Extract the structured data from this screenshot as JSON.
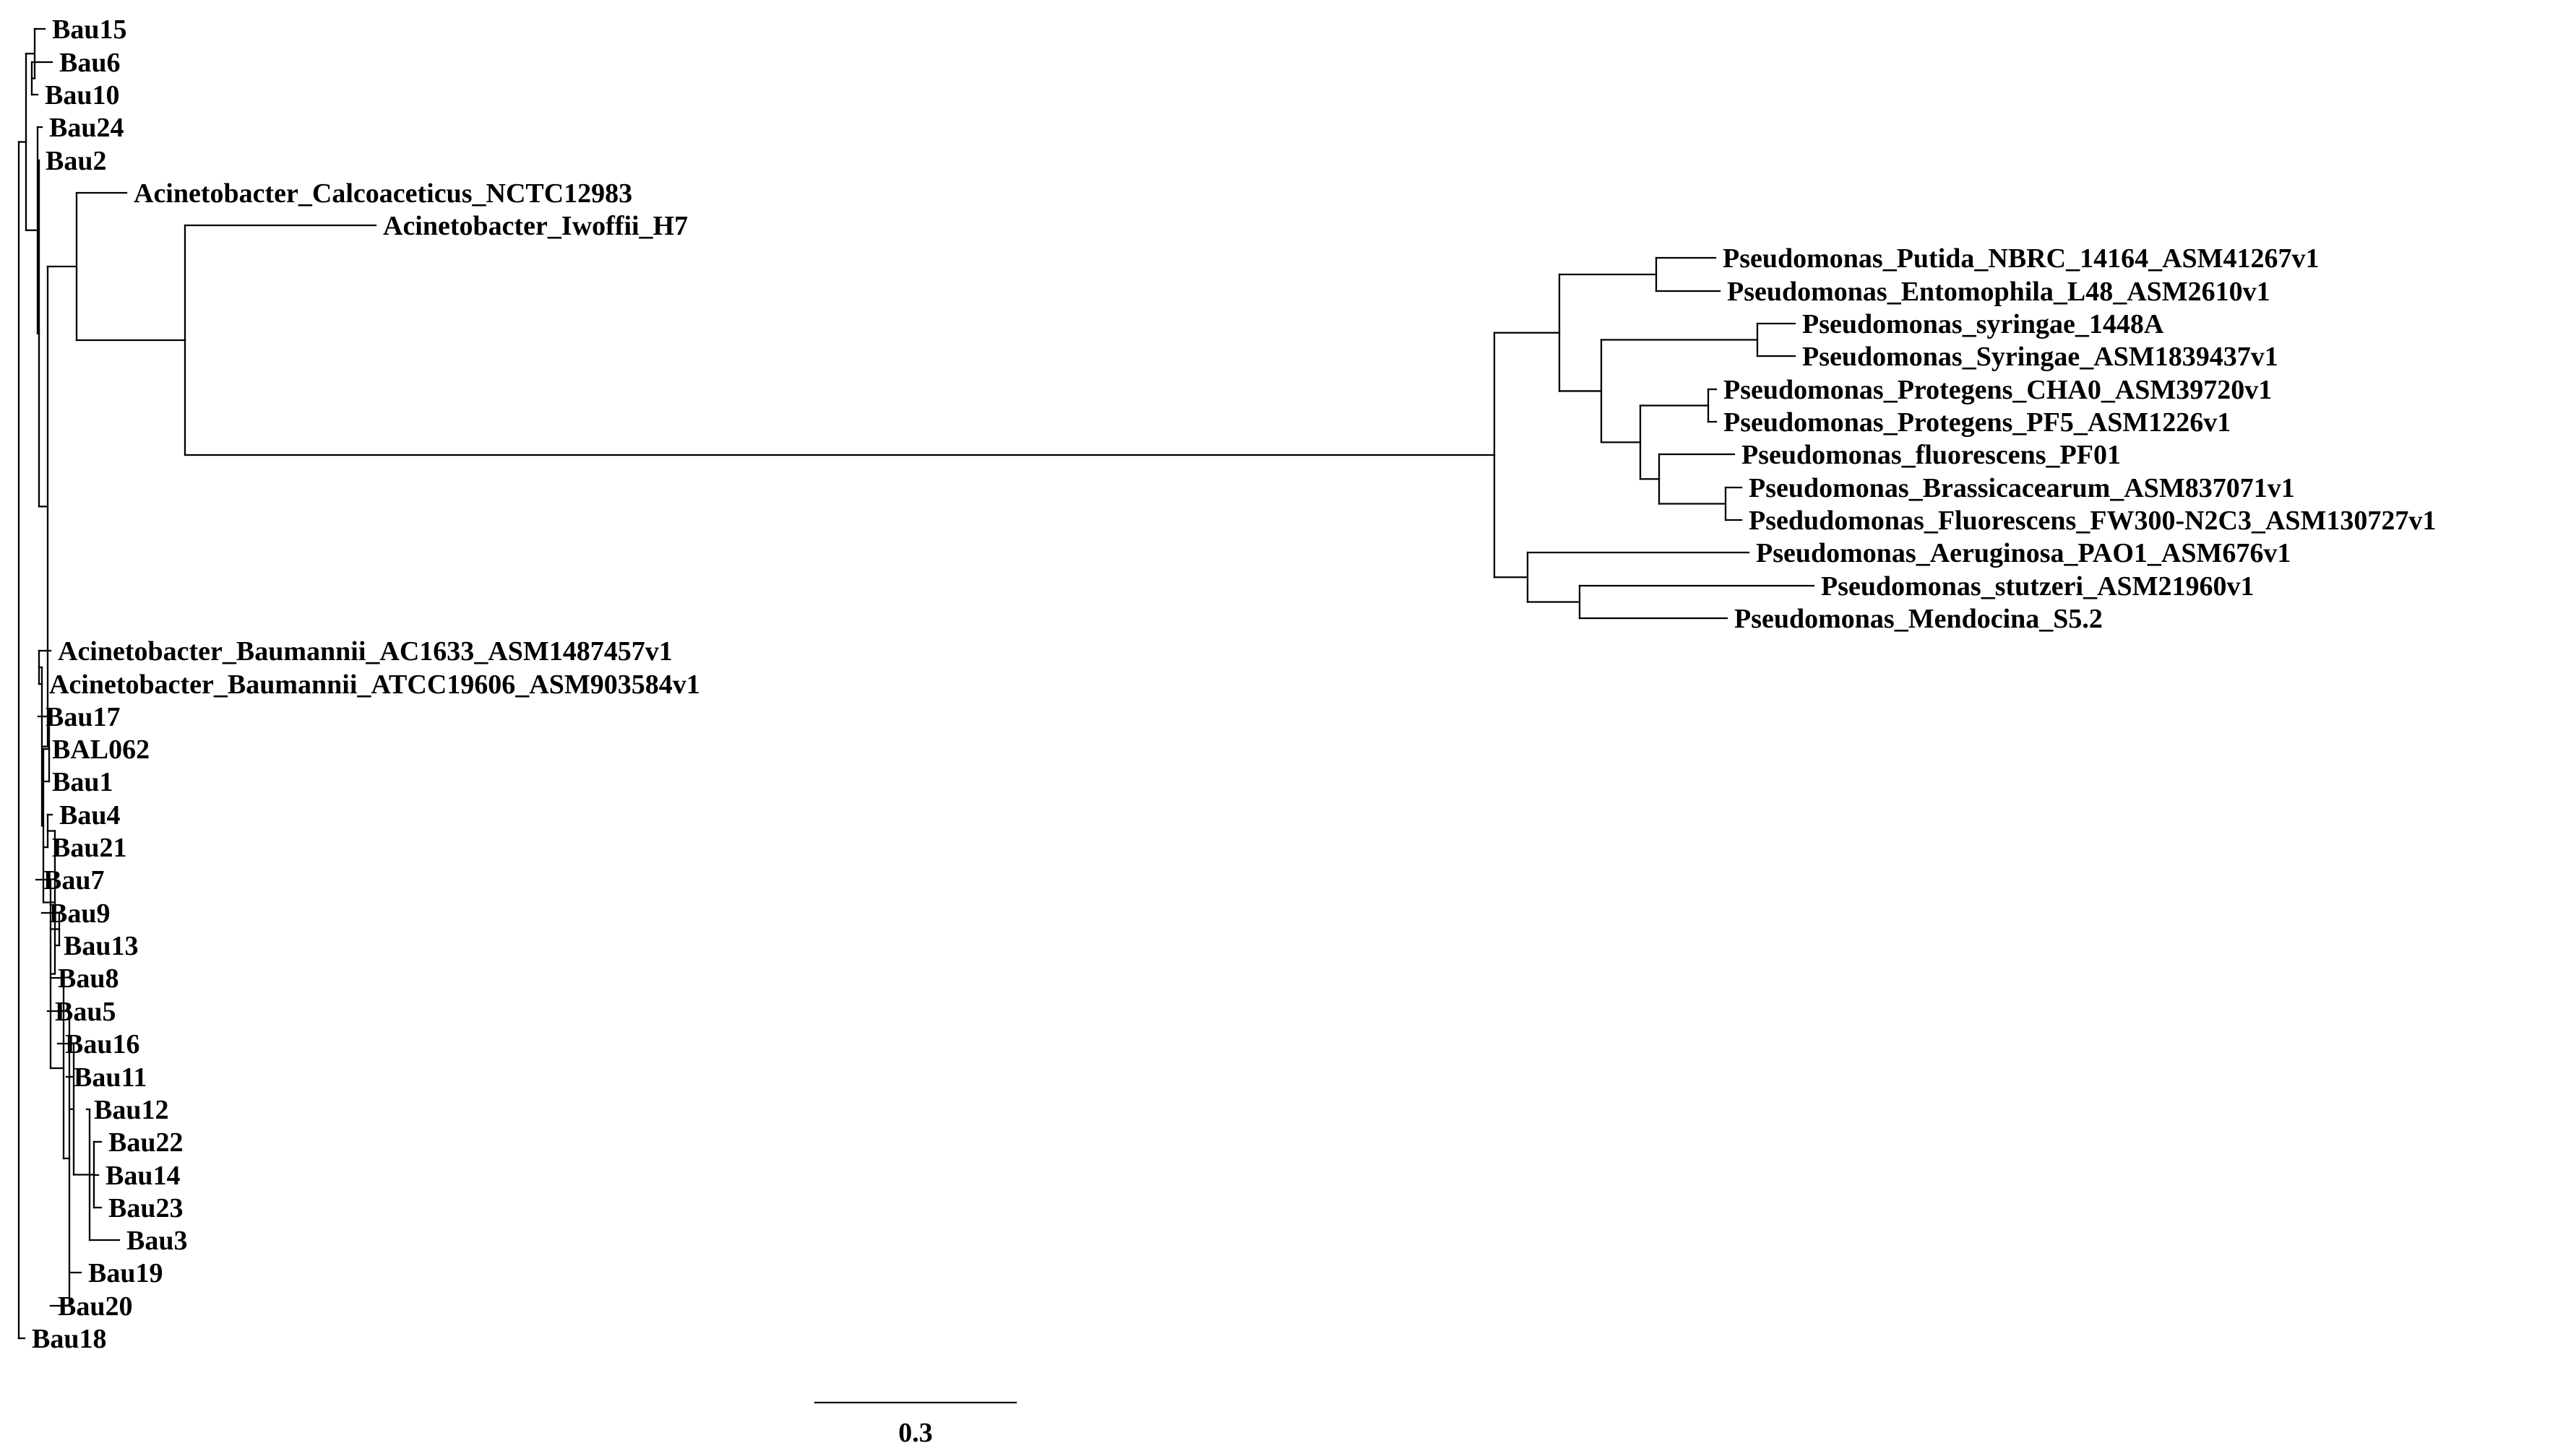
{
  "tree": {
    "leaves": [
      "Bau15",
      "Bau6",
      "Bau10",
      "Bau24",
      "Bau2",
      "Acinetobacter_Calcoaceticus_NCTC12983",
      "Acinetobacter_Iwoffii_H7",
      "Pseudomonas_Putida_NBRC_14164_ASM41267v1",
      "Pseudomonas_Entomophila_L48_ASM2610v1",
      "Pseudomonas_syringae_1448A",
      "Pseudomonas_Syringae_ASM1839437v1",
      "Pseudomonas_Protegens_CHA0_ASM39720v1",
      "Pseudomonas_Protegens_PF5_ASM1226v1",
      "Pseudomonas_fluorescens_PF01",
      "Pseudomonas_Brassicacearum_ASM837071v1",
      "Psedudomonas_Fluorescens_FW300-N2C3_ASM130727v1",
      "Pseudomonas_Aeruginosa_PAO1_ASM676v1",
      "Pseudomonas_stutzeri_ASM21960v1",
      "Pseudomonas_Mendocina_S5.2",
      "Acinetobacter_Baumannii_AC1633_ASM1487457v1",
      "Acinetobacter_Baumannii_ATCC19606_ASM903584v1",
      "Bau17",
      "BAL062",
      "Bau1",
      "Bau4",
      "Bau21",
      "Bau7",
      "Bau9",
      "Bau13",
      "Bau8",
      "Bau5",
      "Bau16",
      "Bau11",
      "Bau12",
      "Bau22",
      "Bau14",
      "Bau23",
      "Bau3",
      "Bau19",
      "Bau20",
      "Bau18"
    ],
    "scale_bar": {
      "label": "0.3",
      "length": 0.3
    },
    "line_color": "#000000"
  }
}
